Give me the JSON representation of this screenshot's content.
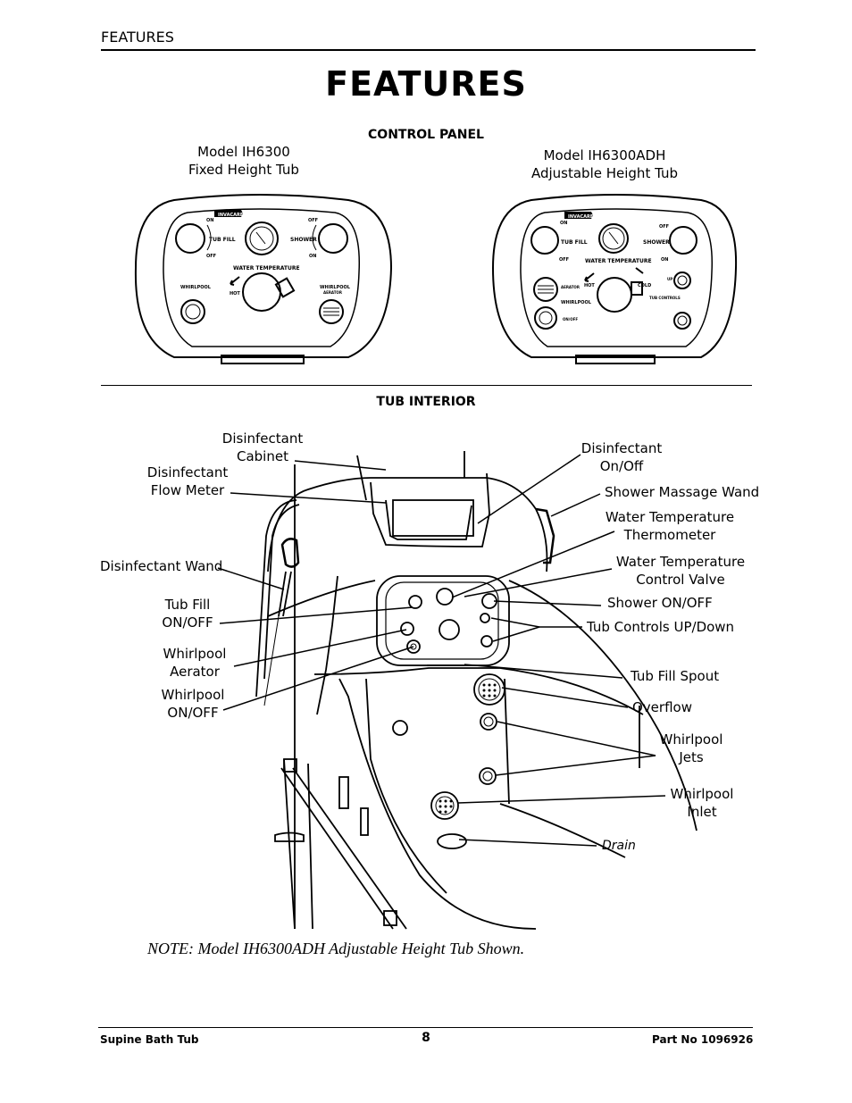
{
  "header": {
    "section": "FEATURES"
  },
  "title": "FEATURES",
  "control_panel": {
    "heading": "CONTROL PANEL",
    "left_model": [
      "Model IH6300",
      "Fixed Height Tub"
    ],
    "right_model": [
      "Model IH6300ADH",
      "Adjustable Height Tub"
    ],
    "panel_text": {
      "brand": "INVACARE",
      "tub_fill": "TUB FILL",
      "shower": "SHOWER",
      "water_temperature": "WATER TEMPERATURE",
      "whirlpool": "WHIRLPOOL",
      "whirlpool_aerator": "WHIRLPOOL",
      "aerator": "AERATOR",
      "on": "ON",
      "off": "OFF",
      "hot": "HOT",
      "cold": "COLD",
      "tub_controls": "TUB CONTROLS",
      "up": "UP",
      "on_off": "ON/OFF"
    }
  },
  "tub_interior": {
    "heading": "TUB INTERIOR",
    "labels": {
      "disinfectant_cabinet": [
        "Disinfectant",
        "Cabinet"
      ],
      "disinfectant_flow_meter": [
        "Disinfectant",
        "Flow Meter"
      ],
      "disinfectant_wand": "Disinfectant Wand",
      "tub_fill_on_off": [
        "Tub Fill",
        "ON/OFF"
      ],
      "whirlpool_aerator": [
        "Whirlpool",
        "Aerator"
      ],
      "whirlpool_on_off": [
        "Whirlpool",
        "ON/OFF"
      ],
      "disinfectant_on_off": [
        "Disinfectant",
        "On/Off"
      ],
      "shower_massage_wand": "Shower Massage Wand",
      "water_temperature_thermometer": [
        "Water Temperature",
        "Thermometer"
      ],
      "water_temperature_control_valve": [
        "Water Temperature",
        "Control Valve"
      ],
      "shower_on_off": "Shower ON/OFF",
      "tub_controls_up_down": "Tub Controls UP/Down",
      "tub_fill_spout": "Tub Fill Spout",
      "overflow": "Overflow",
      "whirlpool_jets": [
        "Whirlpool",
        "Jets"
      ],
      "whirlpool_inlet": [
        "Whirlpool",
        "Inlet"
      ],
      "drain": "Drain"
    }
  },
  "note": "NOTE: Model IH6300ADH Adjustable Height Tub Shown.",
  "footer": {
    "left": "Supine Bath Tub",
    "page": "8",
    "right": "Part No 1096926"
  }
}
